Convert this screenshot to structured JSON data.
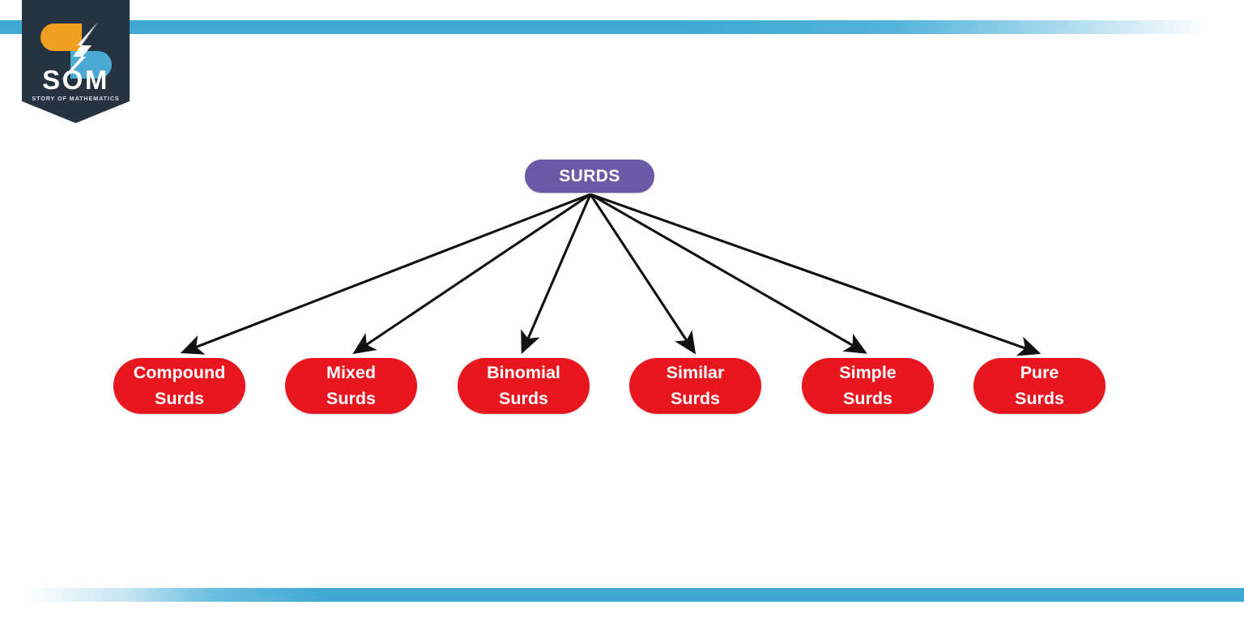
{
  "page": {
    "background_color": "#ffffff",
    "accent_blue": "#3fa9d4",
    "root_color": "#6a5aa6",
    "leaf_color": "#e8171f",
    "edge_color": "#111111"
  },
  "branding": {
    "logo_name": "som-logo",
    "wordmark": "SOM",
    "tagline": "STORY OF MATHEMATICS",
    "panel_color": "#263340",
    "mark_orange": "#f0a021",
    "mark_blue": "#4aaad4",
    "mark_white": "#ffffff"
  },
  "diagram": {
    "type": "hierarchy",
    "root": {
      "id": "surds",
      "label": "SURDS",
      "color": "#6a5aa6"
    },
    "leaves": [
      {
        "id": "compound-surds",
        "line1": "Compound",
        "line2": "Surds",
        "color": "#e8171f"
      },
      {
        "id": "mixed-surds",
        "line1": "Mixed",
        "line2": "Surds",
        "color": "#e8171f"
      },
      {
        "id": "binomial-surds",
        "line1": "Binomial",
        "line2": "Surds",
        "color": "#e8171f"
      },
      {
        "id": "similar-surds",
        "line1": "Similar",
        "line2": "Surds",
        "color": "#e8171f"
      },
      {
        "id": "simple-surds",
        "line1": "Simple",
        "line2": "Surds",
        "color": "#e8171f"
      },
      {
        "id": "pure-surds",
        "line1": "Pure",
        "line2": "Surds",
        "color": "#e8171f"
      }
    ],
    "edge_count": 6,
    "edge_style": "straight-arrow"
  }
}
